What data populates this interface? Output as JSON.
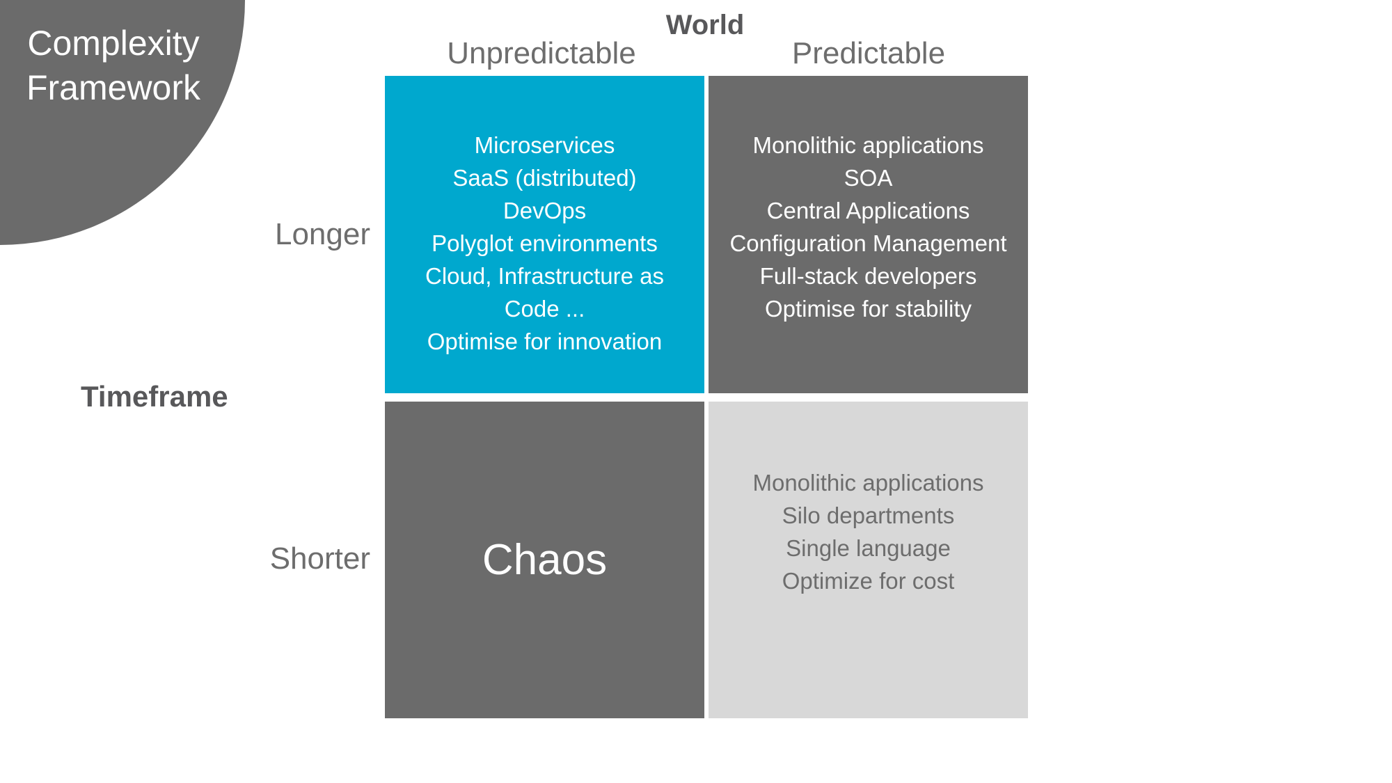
{
  "title": "Complexity Framework",
  "axes": {
    "world": "World",
    "col_unpredictable": "Unpredictable",
    "col_predictable": "Predictable",
    "timeframe": "Timeframe",
    "row_longer": "Longer",
    "row_shorter": "Shorter"
  },
  "quadrants": {
    "longer_unpredictable": {
      "lines": [
        "Microservices",
        "SaaS (distributed)",
        "DevOps",
        "Polyglot environments",
        "Cloud, Infrastructure as Code ...",
        "Optimise for innovation"
      ]
    },
    "longer_predictable": {
      "lines": [
        "Monolithic applications",
        "SOA",
        "Central Applications",
        "Configuration Management",
        "Full-stack developers",
        "Optimise for stability"
      ]
    },
    "shorter_unpredictable": {
      "label": "Chaos"
    },
    "shorter_predictable": {
      "lines": [
        "Monolithic applications",
        "Silo departments",
        "Single language",
        "Optimize for cost"
      ]
    }
  },
  "colors": {
    "teal": "#00A8CE",
    "dark_gray": "#6B6B6B",
    "light_gray": "#D8D8D8",
    "label_gray": "#6D6D6D",
    "label_dark": "#58585A",
    "white": "#FFFFFF"
  }
}
